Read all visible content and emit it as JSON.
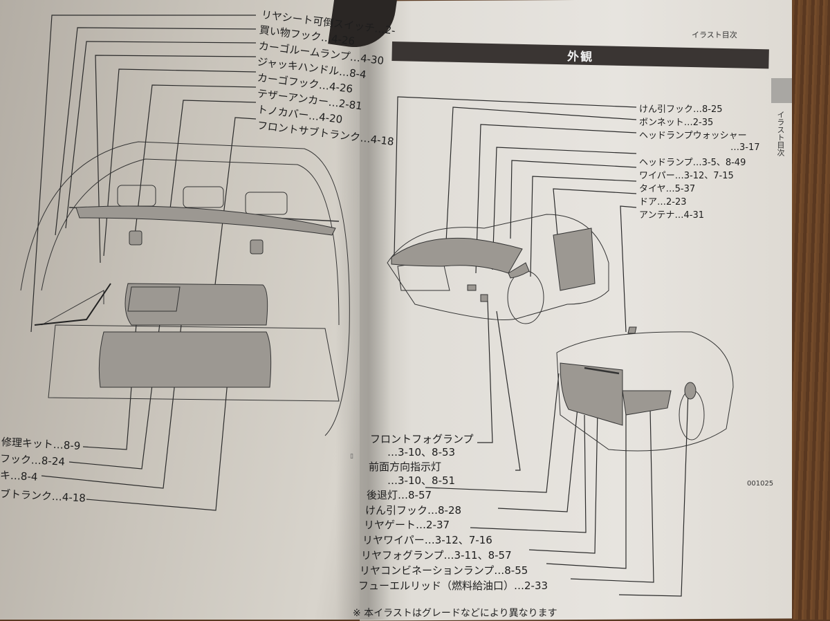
{
  "document": {
    "header_label": "イラスト目次",
    "section_title": "外観",
    "side_tab_label": "イラスト目次",
    "figure_id": "001025",
    "footnote": "※ 本イラストはグレードなどにより異なります"
  },
  "left_page": {
    "top_callouts": [
      {
        "label": "リヤシート可倒スイッチ…2-"
      },
      {
        "label": "買い物フック…4-26"
      },
      {
        "label": "カーゴルームランプ…4-30"
      },
      {
        "label": "ジャッキハンドル…8-4"
      },
      {
        "label": "カーゴフック…4-26"
      },
      {
        "label": "テザーアンカー…2-81"
      },
      {
        "label": "トノカバー…4-20"
      },
      {
        "label": "フロントサブトランク…4-18"
      }
    ],
    "bottom_callouts": [
      {
        "label": "修理キット…8-9"
      },
      {
        "label": "フック…8-24"
      },
      {
        "label": "キ…8-4"
      },
      {
        "label": "ブトランク…4-18"
      }
    ]
  },
  "right_page": {
    "front_callouts": [
      {
        "label": "けん引フック…8-25"
      },
      {
        "label": "ボンネット…2-35"
      },
      {
        "label": "ヘッドランプウォッシャー"
      },
      {
        "label": "…3-17"
      },
      {
        "label": "ヘッドランプ…3-5、8-49"
      },
      {
        "label": "ワイパー…3-12、7-15"
      },
      {
        "label": "タイヤ…5-37"
      },
      {
        "label": "ドア…2-23"
      },
      {
        "label": "アンテナ…4-31"
      }
    ],
    "rear_callouts": [
      {
        "label": "フロントフォグランプ"
      },
      {
        "label": "…3-10、8-53"
      },
      {
        "label": "前面方向指示灯"
      },
      {
        "label": "…3-10、8-51"
      },
      {
        "label": "後退灯…8-57"
      },
      {
        "label": "けん引フック…8-28"
      },
      {
        "label": "リヤゲート…2-37"
      },
      {
        "label": "リヤワイパー…3-12、7-16"
      },
      {
        "label": "リヤフォグランプ…3-11、8-57"
      },
      {
        "label": "リヤコンビネーションランプ…8-55"
      },
      {
        "label": "フューエルリッド（燃料給油口）…2-33"
      }
    ]
  },
  "colors": {
    "section_bar": "#3a3533",
    "paper": "#e4e1dc",
    "ink": "#1d1d1d",
    "highlight_fill": "#9c9892"
  }
}
